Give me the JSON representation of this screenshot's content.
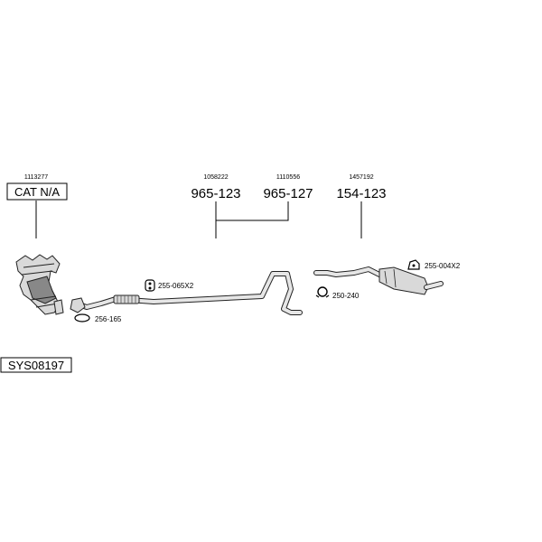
{
  "cat_group": {
    "oem_number": "1113277",
    "label": "CAT N/A"
  },
  "front_pipe_group": {
    "oem_numbers": [
      "1058222",
      "1110556"
    ],
    "part_numbers": [
      "965-123",
      "965-127"
    ]
  },
  "rear_silencer_group": {
    "oem_number": "1457192",
    "part_number": "154-123"
  },
  "accessories": {
    "gasket": "256-165",
    "rubber_mount_front": "255-065X2",
    "clamp": "250-240",
    "rubber_mount_rear": "255-004X2"
  },
  "system_code": "SYS08197"
}
